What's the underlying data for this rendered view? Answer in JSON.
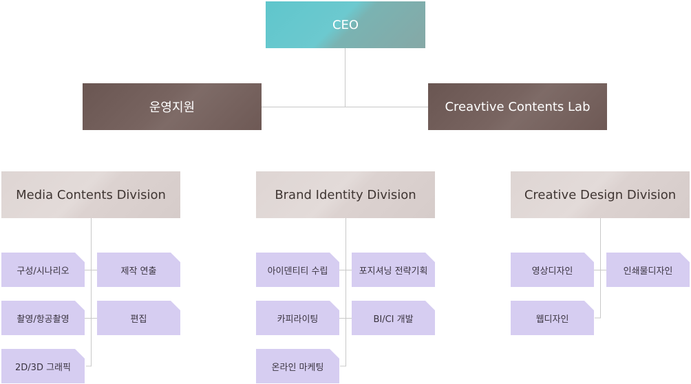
{
  "ceo": {
    "label": "CEO"
  },
  "departments": {
    "left": {
      "label": "운영지원"
    },
    "right": {
      "label": "Creavtive Contents Lab"
    }
  },
  "divisions": [
    {
      "label": "Media Contents Division",
      "items_left": [
        "구성/시나리오",
        "촬영/항공촬영",
        "2D/3D 그래픽"
      ],
      "items_right": [
        "제작 연출",
        "편집"
      ]
    },
    {
      "label": "Brand Identity Division",
      "items_left": [
        "아이덴티티 수립",
        "카피라이팅",
        "온라인 마케팅"
      ],
      "items_right": [
        "포지셔닝 전략기획",
        "BI/CI 개발"
      ]
    },
    {
      "label": "Creative Design Division",
      "items_left": [
        "영상디자인",
        "웹디자인"
      ],
      "items_right": [
        "인쇄물디자인"
      ]
    }
  ],
  "colors": {
    "ceo": "#5fc6cc",
    "department": "#6e5955",
    "division": "#ddd4d2",
    "item": "#d6cdf1",
    "line": "#c8c8c8"
  }
}
